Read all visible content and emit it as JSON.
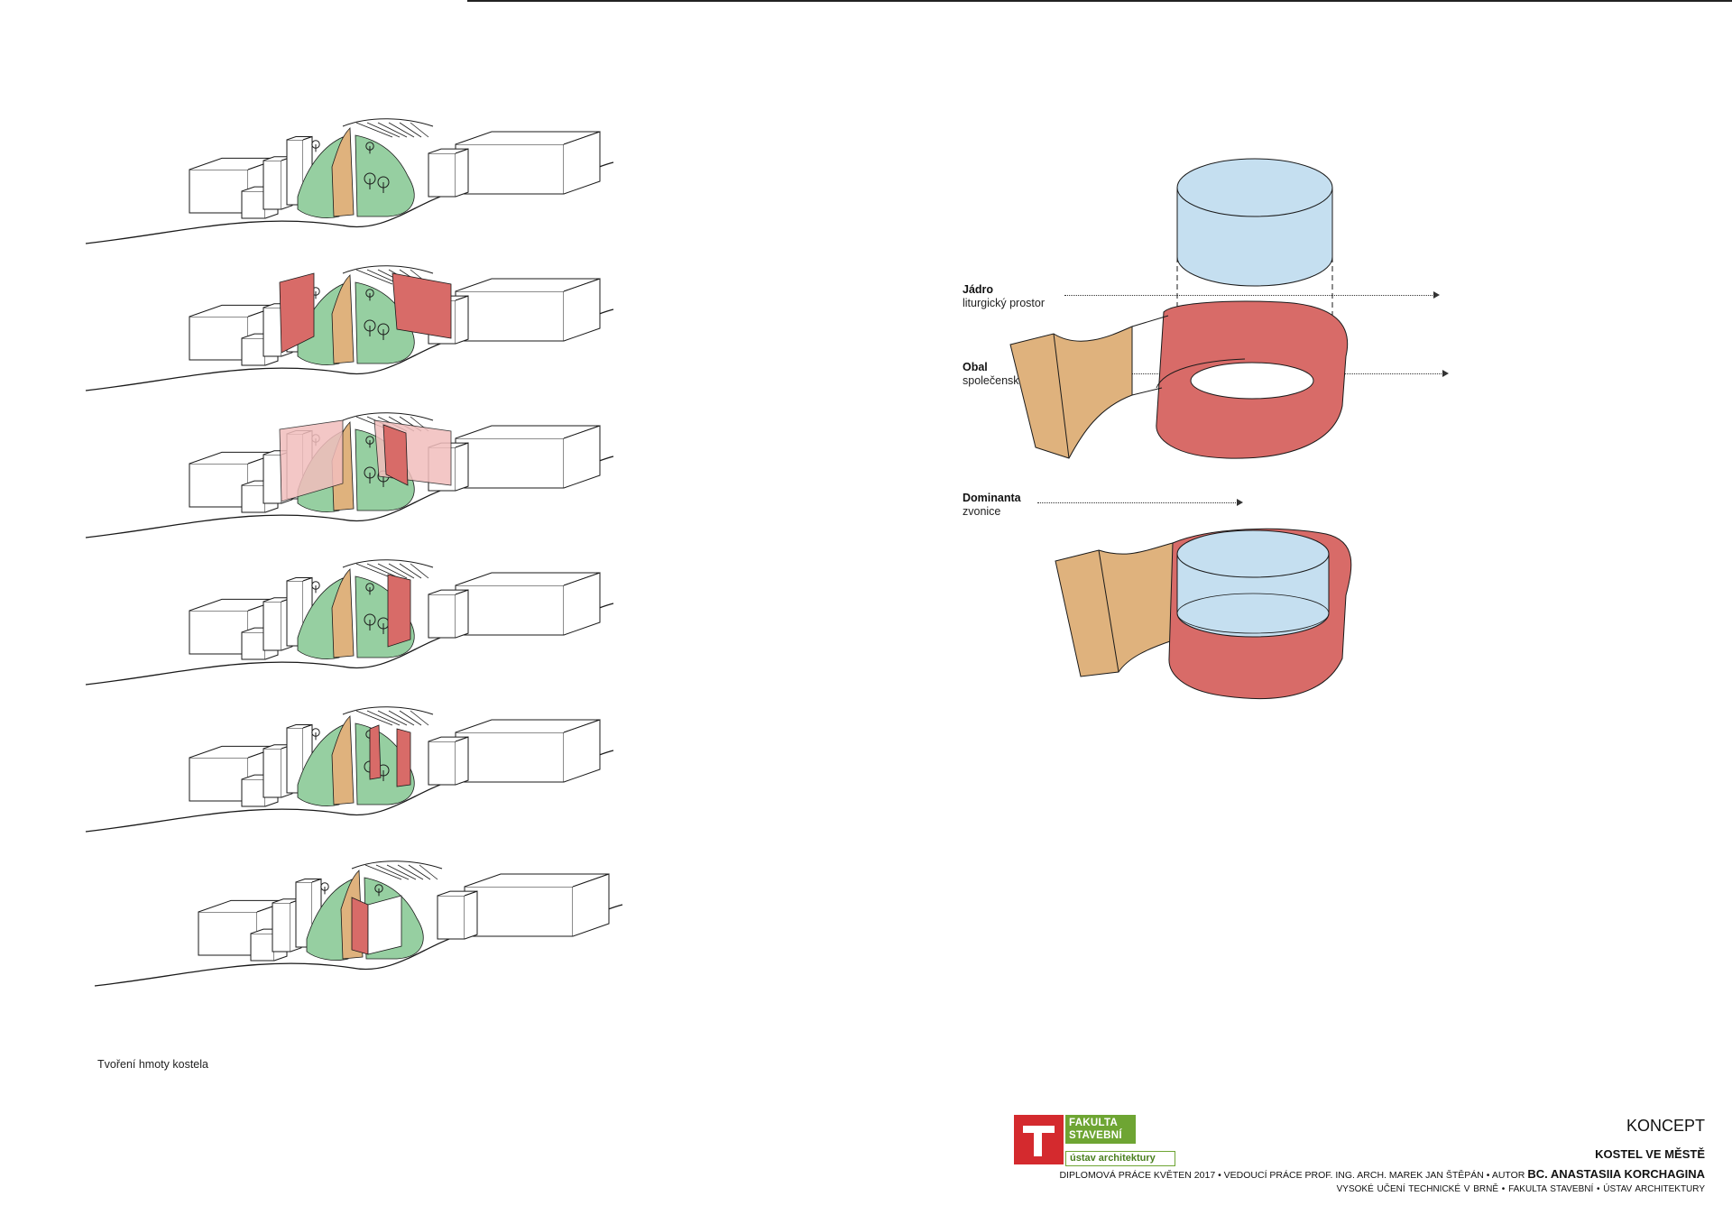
{
  "colors": {
    "green": "#96cfa1",
    "tan": "#dfb27d",
    "red": "#d86b68",
    "pink": "#f2bebd",
    "blue": "#c5dff0",
    "line": "#1a1a1a"
  },
  "stages": {
    "caption": "Tvoření hmoty kostela",
    "items": [
      {
        "id": "stage-1",
        "red_walls": "none"
      },
      {
        "id": "stage-2",
        "red_walls": "side-facades"
      },
      {
        "id": "stage-3",
        "red_walls": "translucent-facades"
      },
      {
        "id": "stage-4",
        "red_walls": "single-wall"
      },
      {
        "id": "stage-5",
        "red_walls": "wrapped-volume"
      },
      {
        "id": "stage-6",
        "red_walls": "final-mass"
      }
    ]
  },
  "concept": {
    "labels": [
      {
        "key": "core",
        "title": "Jádro",
        "sub": "liturgický prostor",
        "color": "#c5dff0"
      },
      {
        "key": "shell",
        "title": "Obal",
        "sub": "společenská a farní část",
        "color": "#d86b68"
      },
      {
        "key": "dominant",
        "title": "Dominanta",
        "sub": "zvonice",
        "color": "#dfb27d"
      }
    ]
  },
  "titleblock": {
    "logo_line1": "FAKULTA",
    "logo_line2": "STAVEBNÍ",
    "logo_line3": "ústav architektury",
    "sheet": "KONCEPT",
    "project": "KOSTEL VE MĚSTĚ",
    "info": "DIPLOMOVÁ PRÁCE KVĚTEN 2017 • VEDOUCÍ PRÁCE  PROF. ING. ARCH. MAREK JAN ŠTĚPÁN   • AUTOR",
    "author": "BC. ANASTASIIA KORCHAGINA",
    "school": "VYSOKÉ UČENÍ TECHNICKÉ V BRNĚ  •  FAKULTA STAVEBNÍ   •  ÚSTAV ARCHITEKTURY"
  }
}
